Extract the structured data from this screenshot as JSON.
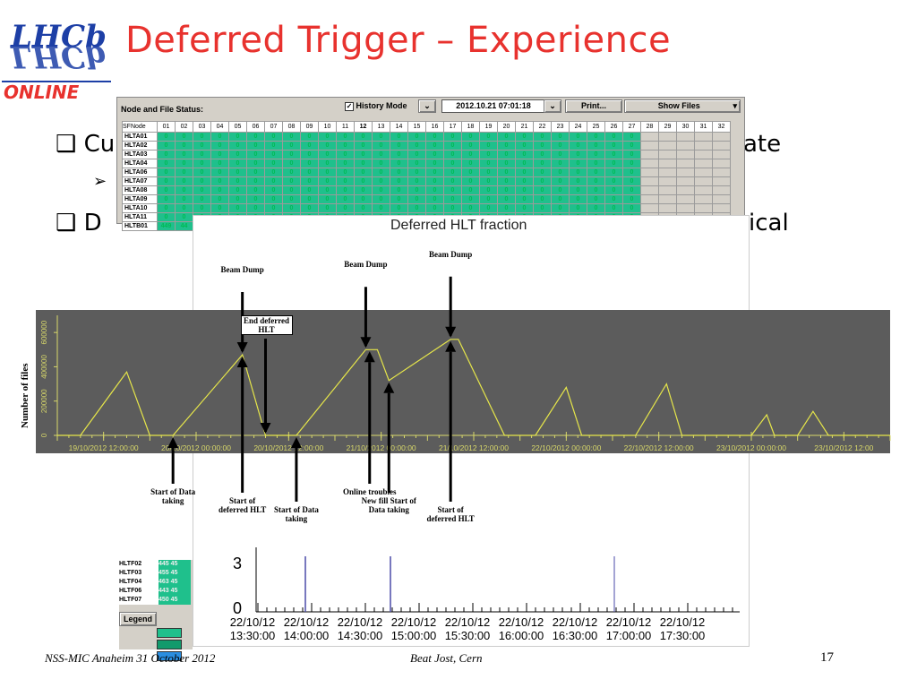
{
  "slide": {
    "title": "Deferred Trigger – Experience",
    "logo_text_top": "LHCb",
    "logo_text_bottom": "ONLINE",
    "footer_left": "NSS-MIC Anaheim 31 October 2012",
    "footer_center": "Beat Jost, Cern",
    "page_number": "17",
    "bullet_fragments": [
      "❑ Cu",
      "ate",
      "❑ D",
      "ical"
    ]
  },
  "status_window": {
    "header": "Node and File Status:",
    "history_mode_label": "History Mode",
    "history_checked": true,
    "datetime": "2012.10.21 07:01:18",
    "print_label": "Print...",
    "show_files_label": "Show Files",
    "columns": [
      "SFNode",
      "01",
      "02",
      "03",
      "04",
      "05",
      "06",
      "07",
      "08",
      "09",
      "10",
      "11",
      "12",
      "13",
      "14",
      "15",
      "16",
      "17",
      "18",
      "19",
      "20",
      "21",
      "22",
      "23",
      "24",
      "25",
      "26",
      "27",
      "28",
      "29",
      "30",
      "31",
      "32"
    ],
    "rows": [
      {
        "node": "HLTA01",
        "vals": "0"
      },
      {
        "node": "HLTA02",
        "vals": "0"
      },
      {
        "node": "HLTA03",
        "vals": "0"
      },
      {
        "node": "HLTA04",
        "vals": "0"
      },
      {
        "node": "HLTA06",
        "vals": "0"
      },
      {
        "node": "HLTA07",
        "vals": "0"
      },
      {
        "node": "HLTA08",
        "vals": "0"
      },
      {
        "node": "HLTA09",
        "vals": "0"
      },
      {
        "node": "HLTA10",
        "vals": "0"
      },
      {
        "node": "HLTA11",
        "vals": "0"
      },
      {
        "node": "HLTB01",
        "vals": "449 44"
      }
    ],
    "lower_rows": [
      "HLTF02 445 45",
      "HLTF03 455 45",
      "HLTF04 463 45",
      "HLTF06 443 45",
      "HLTF07 450 45"
    ],
    "legend_label": "Legend"
  },
  "fraction_window": {
    "title": "Deferred HLT fraction",
    "y_tick_low": "0",
    "y_tick_peek": "3",
    "x_dates": [
      "22/10/12",
      "22/10/12",
      "22/10/12",
      "22/10/12",
      "22/10/12",
      "22/10/12",
      "22/10/12",
      "22/10/12",
      "22/10/12"
    ],
    "x_times": [
      "13:30:00",
      "14:00:00",
      "14:30:00",
      "15:00:00",
      "15:30:00",
      "16:00:00",
      "16:30:00",
      "17:00:00",
      "17:30:00"
    ]
  },
  "chart_data": {
    "type": "line",
    "ylabel": "Number of files",
    "y_ticks": [
      "0",
      "200000",
      "400000",
      "600000"
    ],
    "x_tick_labels": [
      "19/10/2012 12:00:00",
      "20/10/2012 00:00:00",
      "20/10/2012 12:00:00",
      "21/10/2012 00:00:00",
      "21/10/2012 12:00:00",
      "22/10/2012 00:00:00",
      "22/10/2012 12:00:00",
      "23/10/2012 00:00:00",
      "23/10/2012 12:00"
    ],
    "x_range_hours": [
      0,
      108
    ],
    "ylim": [
      0,
      700000
    ],
    "series": [
      {
        "points": [
          [
            0,
            0
          ],
          [
            3,
            0
          ],
          [
            9,
            370000
          ],
          [
            12,
            0
          ],
          [
            15,
            0
          ],
          [
            24,
            470000
          ],
          [
            27,
            0
          ],
          [
            31,
            0
          ],
          [
            40,
            500000
          ],
          [
            41.5,
            500000
          ],
          [
            43,
            320000
          ],
          [
            51,
            560000
          ],
          [
            52,
            560000
          ],
          [
            58,
            0
          ],
          [
            62,
            0
          ],
          [
            66,
            280000
          ],
          [
            68,
            0
          ],
          [
            75,
            0
          ],
          [
            79,
            300000
          ],
          [
            81,
            0
          ],
          [
            90,
            0
          ],
          [
            92,
            120000
          ],
          [
            93,
            0
          ],
          [
            96,
            0
          ],
          [
            98,
            140000
          ],
          [
            100,
            0
          ],
          [
            108,
            0
          ]
        ]
      }
    ],
    "annotations": [
      {
        "text": "Beam Dump",
        "x": 24,
        "kind": "down"
      },
      {
        "text": "End deferred HLT",
        "x": 27,
        "kind": "down",
        "boxed": true
      },
      {
        "text": "Start of Data taking",
        "x": 15,
        "kind": "up"
      },
      {
        "text": "Start of deferred HLT",
        "x": 24,
        "kind": "up"
      },
      {
        "text": "Start of Data taking",
        "x": 31,
        "kind": "up"
      },
      {
        "text": "Beam Dump",
        "x": 40,
        "kind": "down"
      },
      {
        "text": "Online troubles",
        "x": 40.5,
        "kind": "up"
      },
      {
        "text": "New fill Start of Data taking",
        "x": 43,
        "kind": "up"
      },
      {
        "text": "Beam Dump",
        "x": 51,
        "kind": "down"
      },
      {
        "text": "Start of deferred HLT",
        "x": 51,
        "kind": "up"
      }
    ],
    "colors": {
      "background": "#5c5c5c",
      "line": "#e6e64a",
      "axis": "#d8d86a"
    }
  }
}
